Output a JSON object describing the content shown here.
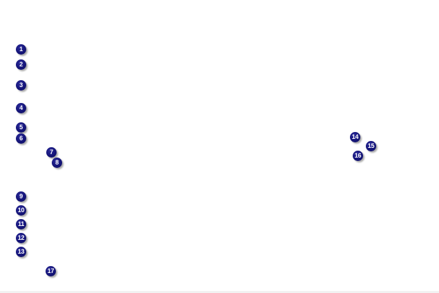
{
  "callouts": [
    {
      "label": "1"
    },
    {
      "label": "2"
    },
    {
      "label": "3"
    },
    {
      "label": "4"
    },
    {
      "label": "5"
    },
    {
      "label": "6"
    },
    {
      "label": "7"
    },
    {
      "label": "8"
    },
    {
      "label": "9"
    },
    {
      "label": "10"
    },
    {
      "label": "11"
    },
    {
      "label": "12"
    },
    {
      "label": "13"
    },
    {
      "label": "14"
    },
    {
      "label": "15"
    },
    {
      "label": "16"
    },
    {
      "label": "17"
    }
  ],
  "colors": {
    "callout_fill": "#141478",
    "callout_text": "#ffffff",
    "background": "#ffffff"
  }
}
